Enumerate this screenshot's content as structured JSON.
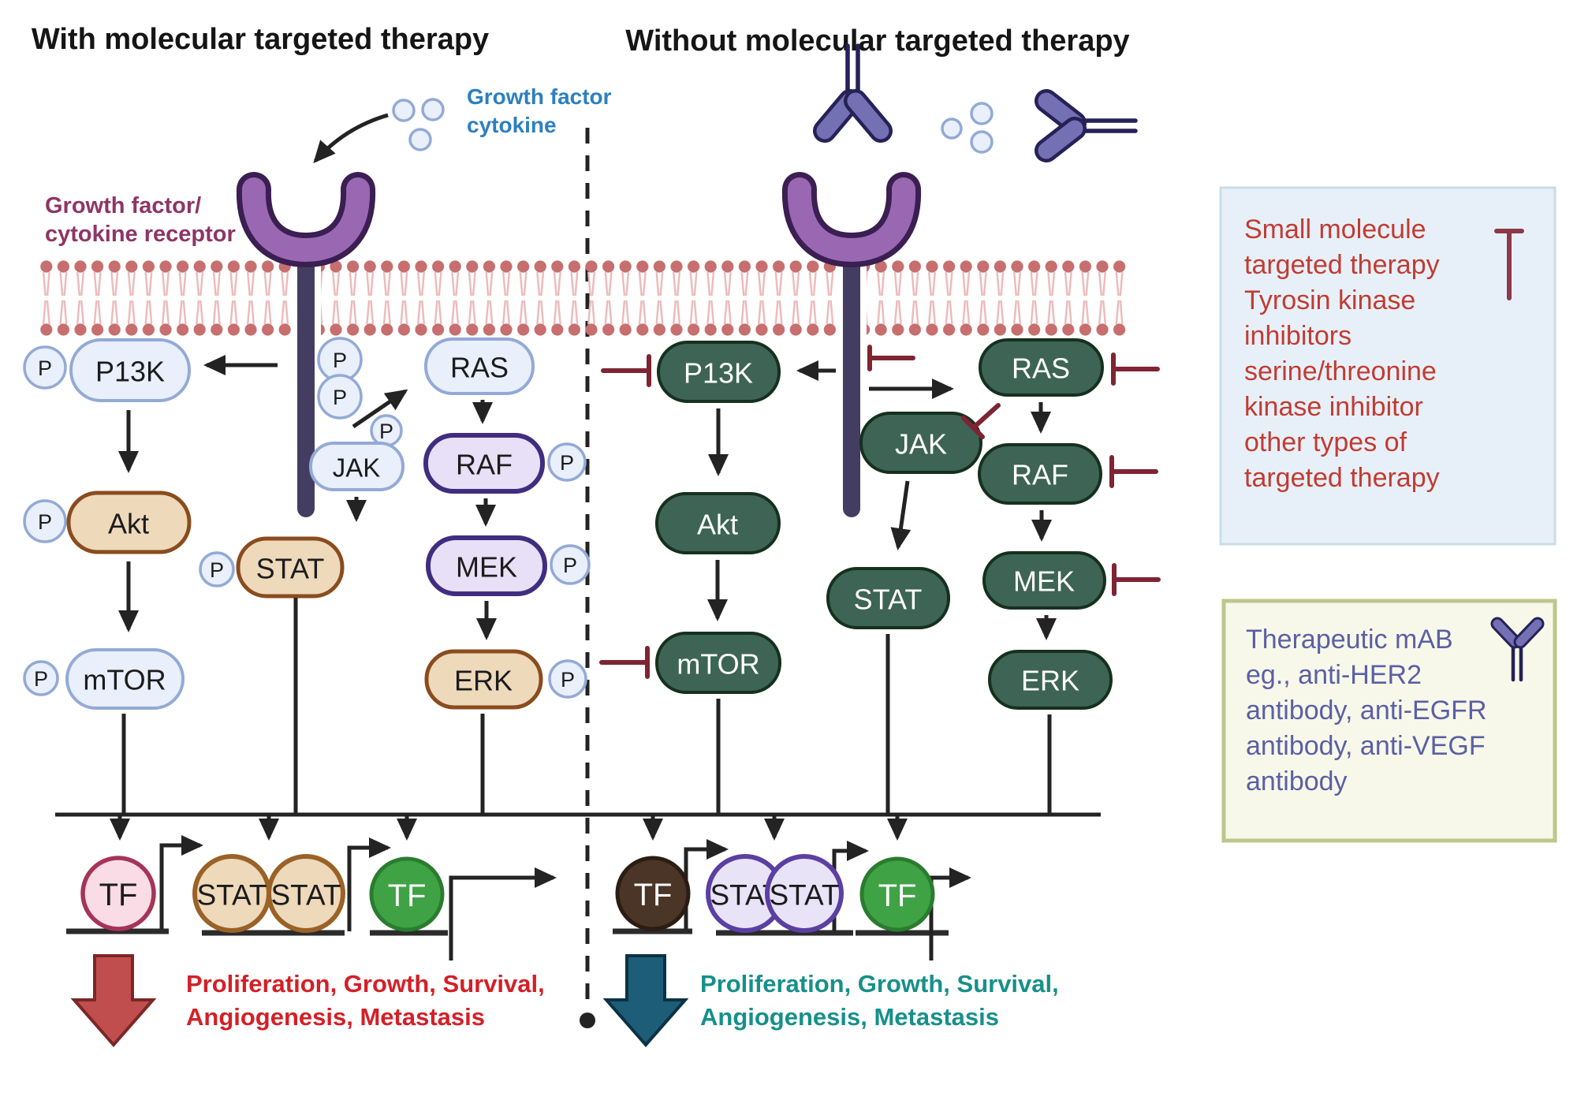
{
  "titles": {
    "left": "With molecular targeted therapy",
    "right": "Without molecular targeted therapy"
  },
  "annotations": {
    "growth_factor_line1": "Growth factor",
    "growth_factor_line2": "cytokine",
    "receptor_line1": "Growth factor/",
    "receptor_line2": "cytokine receptor"
  },
  "nodes": {
    "p13k": "P13K",
    "akt": "Akt",
    "mtor": "mTOR",
    "jak": "JAK",
    "stat": "STAT",
    "ras": "RAS",
    "raf": "RAF",
    "mek": "MEK",
    "erk": "ERK",
    "tf": "TF",
    "phospho": "P"
  },
  "legend_small_molecule": {
    "lines": [
      "Small molecule",
      "targeted therapy",
      "Tyrosin kinase",
      "inhibitors",
      "serine/threonine",
      "kinase inhibitor",
      "other types of",
      "targeted therapy"
    ]
  },
  "legend_mab": {
    "lines": [
      "Therapeutic mAB",
      "eg., anti-HER2",
      "antibody, anti-EGFR",
      "antibody, anti-VEGF",
      "antibody"
    ]
  },
  "outcomes": {
    "left": {
      "line1": "Proliferation, Growth, Survival,",
      "line2": "Angiogenesis, Metastasis"
    },
    "right": {
      "line1": "Proliferation, Growth, Survival,",
      "line2": "Angiogenesis, Metastasis"
    }
  },
  "colors": {
    "dark_green_node": "#3d6454",
    "light_blue_node": "#e9effb",
    "tan_node": "#eed9bb",
    "lavender_node": "#e7e0f7",
    "membrane_head": "#c76e6e",
    "receptor_purple": "#9a68b2",
    "inhibitor_red": "#7e2433",
    "legend_text_red": "#c23b32",
    "legend_text_purple": "#5b5fa5",
    "outcome_text_red": "#d41f26",
    "outcome_text_teal": "#169089",
    "block_arrow_red": "#c14e4e",
    "block_arrow_teal": "#1e5d78"
  }
}
